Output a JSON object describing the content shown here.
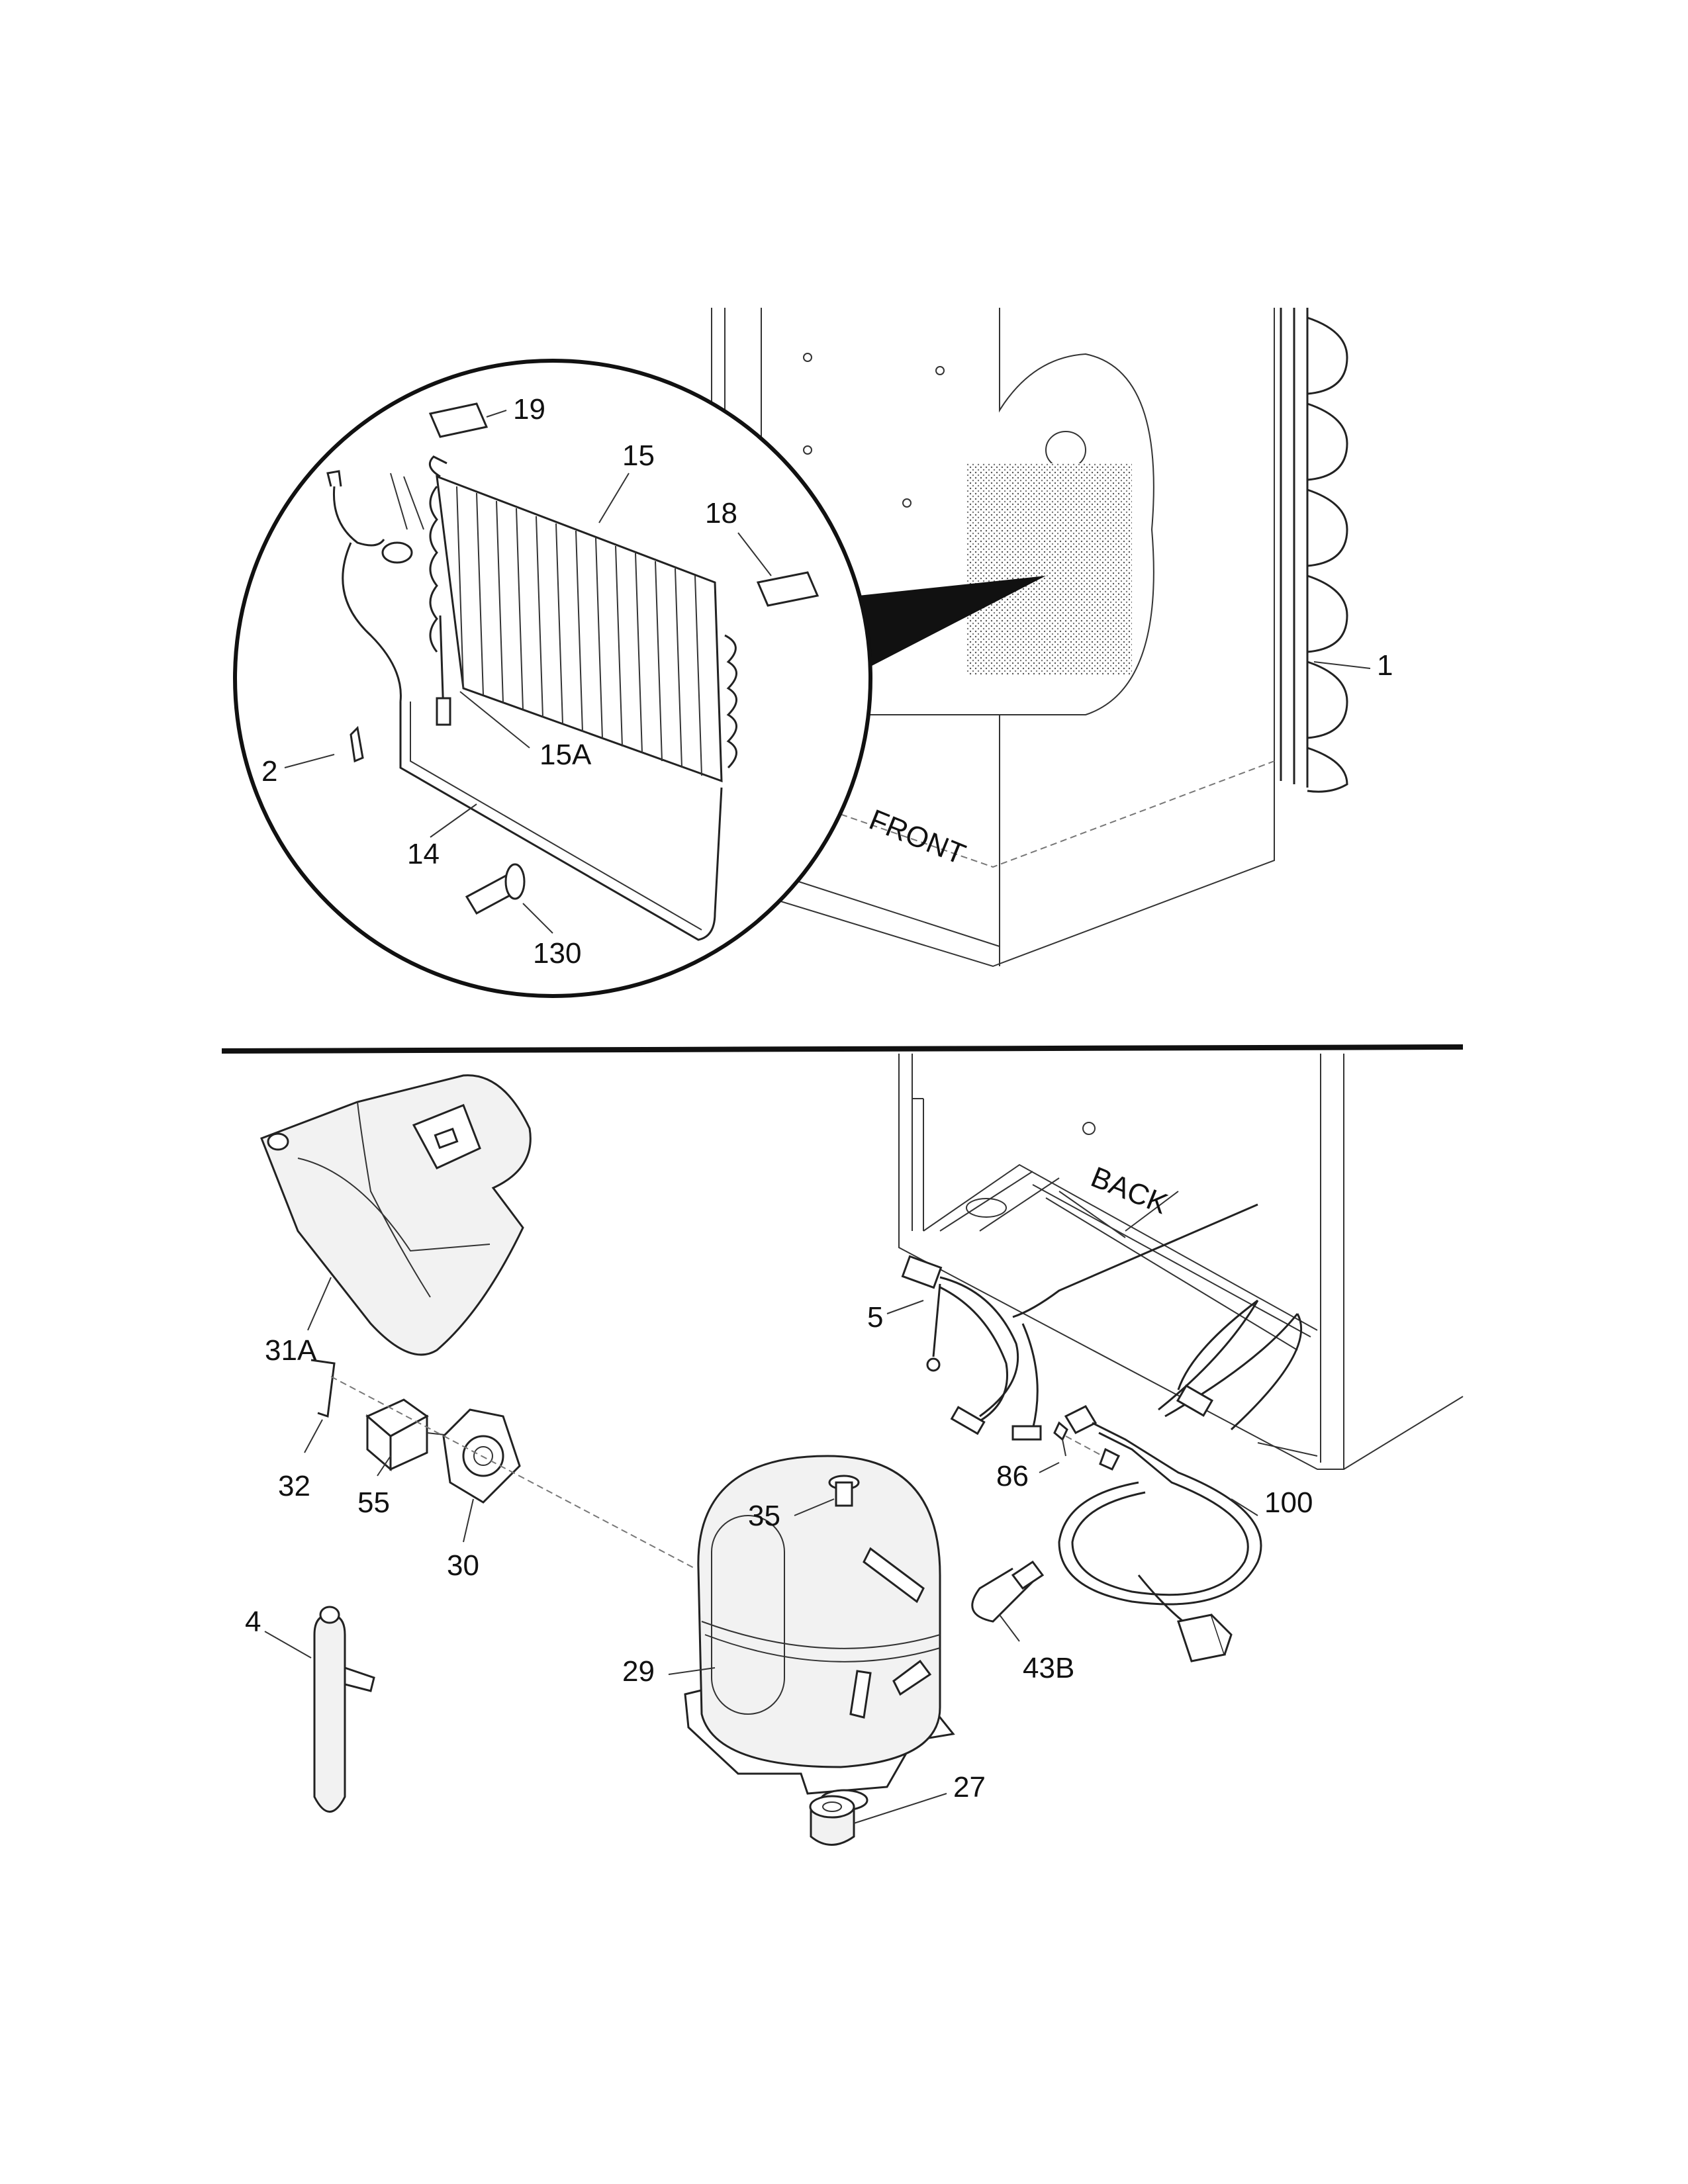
{
  "labels": {
    "l19": "19",
    "l15": "15",
    "l18": "18",
    "l15a": "15A",
    "l2": "2",
    "l14": "14",
    "l130": "130",
    "l1": "1",
    "l31a": "31A",
    "l5": "5",
    "l32": "32",
    "l55": "55",
    "l30": "30",
    "l35": "35",
    "l86": "86",
    "l100": "100",
    "l29": "29",
    "l43b": "43B",
    "l4": "4",
    "l27": "27"
  },
  "cabinet_text": {
    "front": "FRONT",
    "back": "BACK"
  }
}
